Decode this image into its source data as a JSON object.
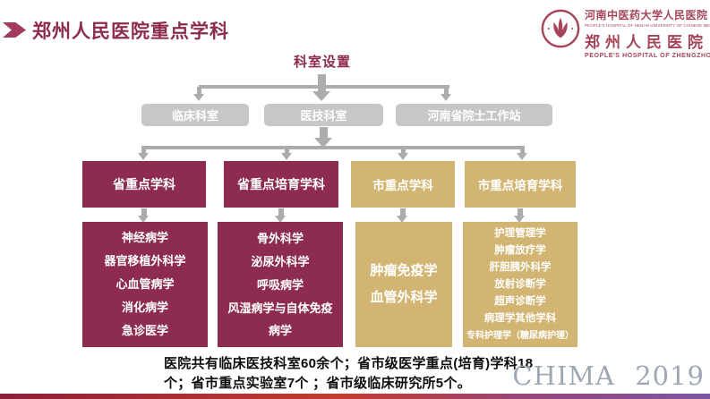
{
  "header": {
    "title": "郑州人民医院重点学科"
  },
  "logo": {
    "cn_affiliation": "河南中医药大学人民医院",
    "en_affiliation": "PEOPLE'S HOSPITAL OF HENAN UNIVERSITY OF CHINESE MEDICINE",
    "cn_name": "郑州人民医院",
    "en_name": "PEOPLE'S HOSPITAL OF ZHENGZHOU"
  },
  "chart": {
    "root": "科室设置",
    "level2": [
      {
        "label": "临床科室"
      },
      {
        "label": "医技科室"
      },
      {
        "label": "河南省院士工作站"
      }
    ],
    "level3": [
      {
        "label": "省重点学科",
        "type": "province"
      },
      {
        "label": "省重点培育学科",
        "type": "province"
      },
      {
        "label": "市重点学科",
        "type": "city"
      },
      {
        "label": "市重点培育学科",
        "type": "city"
      }
    ],
    "level4": [
      {
        "items": [
          "神经病学",
          "器官移植外科学",
          "心血管病学",
          "消化病学",
          "急诊医学"
        ]
      },
      {
        "items": [
          "骨外科学",
          "泌尿外科学",
          "呼吸病学",
          "风湿病学与自体免疫病学"
        ]
      },
      {
        "items": [
          "肿瘤免疫学",
          "血管外科学"
        ]
      },
      {
        "items": [
          "护理管理学",
          "肿瘤放疗学",
          "肝胆胰外科学",
          "放射诊断学",
          "超声诊断学",
          "病理学其他学科",
          "专科护理学（糖尿病护理）"
        ]
      }
    ]
  },
  "footer": {
    "summary": "医院共有临床医技科室60余个；省市级医学重点(培育)学科18个；省市重点实验室7个 ；省市级临床研究所5个。",
    "watermark": "CHIMA 2019"
  },
  "colors": {
    "province_box": "#8d2c50",
    "city_box": "#d3b573",
    "gray_box": "#c7c7c7",
    "connector": "#acacac",
    "title": "#8c2b4d",
    "logo": "#a64459",
    "watermark": "#9ea8b5",
    "bottom_bar_gradient": [
      "#8c2038",
      "#c23c30",
      "#7b57a1"
    ]
  }
}
